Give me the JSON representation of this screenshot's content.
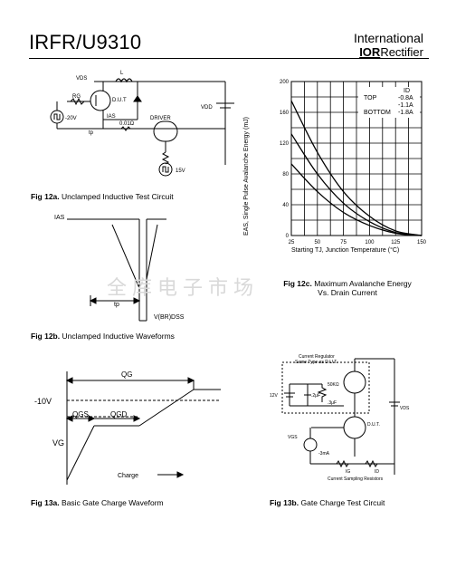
{
  "header": {
    "part_number": "IRFR/U9310",
    "brand_line1": "International",
    "brand_logo": "IOR",
    "brand_line2": "Rectifier"
  },
  "watermark": "全库电子市场",
  "fig12a": {
    "caption_bold": "Fig 12a.",
    "caption_text": "Unclamped Inductive Test Circuit",
    "labels": {
      "vds": "VDS",
      "l": "L",
      "rg": "RG",
      "dut": "D.U.T",
      "ias": "IAS",
      "tp": "tp",
      "v20": "-20V",
      "res": "0.01Ω",
      "vdd": "VDD",
      "driver": "DRIVER",
      "v15": "15V"
    }
  },
  "fig12b": {
    "caption_bold": "Fig 12b.",
    "caption_text": "Unclamped Inductive Waveforms",
    "labels": {
      "ias": "IAS",
      "tp": "tp",
      "vbr": "V(BR)DSS"
    }
  },
  "fig12c": {
    "caption_bold": "Fig 12c.",
    "caption_line1": "Maximum Avalanche Energy",
    "caption_line2": "Vs. Drain Current",
    "legend": {
      "header": "ID",
      "top_label": "TOP",
      "top_val": "-0.8A",
      "mid_val": "-1.1A",
      "bottom_label": "BOTTOM",
      "bottom_val": "-1.8A"
    }
  },
  "chart_data": {
    "type": "line",
    "xlabel": "Starting TJ, Junction Temperature (°C)",
    "ylabel": "EAS, Single Pulse Avalanche Energy (mJ)",
    "xlim": [
      25,
      150
    ],
    "ylim": [
      0,
      200
    ],
    "x_ticks": [
      25,
      50,
      75,
      100,
      125,
      150
    ],
    "y_ticks": [
      0,
      40,
      80,
      120,
      160,
      200
    ],
    "grid": true,
    "legend_position": "top-right",
    "series": [
      {
        "name": "-0.8A",
        "x": [
          25,
          50,
          75,
          100,
          125,
          150
        ],
        "y": [
          175,
          108,
          57,
          25,
          6,
          0
        ]
      },
      {
        "name": "-1.1A",
        "x": [
          25,
          50,
          75,
          100,
          125,
          150
        ],
        "y": [
          132,
          80,
          42,
          18,
          4,
          0
        ]
      },
      {
        "name": "-1.8A",
        "x": [
          25,
          50,
          75,
          100,
          125,
          150
        ],
        "y": [
          93,
          57,
          30,
          13,
          3,
          0
        ]
      }
    ]
  },
  "fig13a": {
    "caption_bold": "Fig 13a.",
    "caption_text": "Basic Gate Charge Waveform",
    "labels": {
      "qg": "QG",
      "v10": "-10V",
      "qgs": "QGS",
      "qgd": "QGD",
      "vg": "VG",
      "charge": "Charge"
    }
  },
  "fig13b": {
    "caption_bold": "Fig 13b.",
    "caption_text": "Gate Charge Test Circuit",
    "labels": {
      "reg1": "Current  Regulator",
      "reg2": "Same  Type  as  D.U.T.",
      "r50k": "50KΩ",
      "v12": "12V",
      "c2": ".2μF",
      "c3": ".3μF",
      "dut": "D.U.T.",
      "vds": "VDS",
      "vgs": "VGS",
      "i3ma": "-3mA",
      "ig": "IG",
      "id": "ID",
      "sense": "Current  Sampling  Resistors"
    }
  }
}
